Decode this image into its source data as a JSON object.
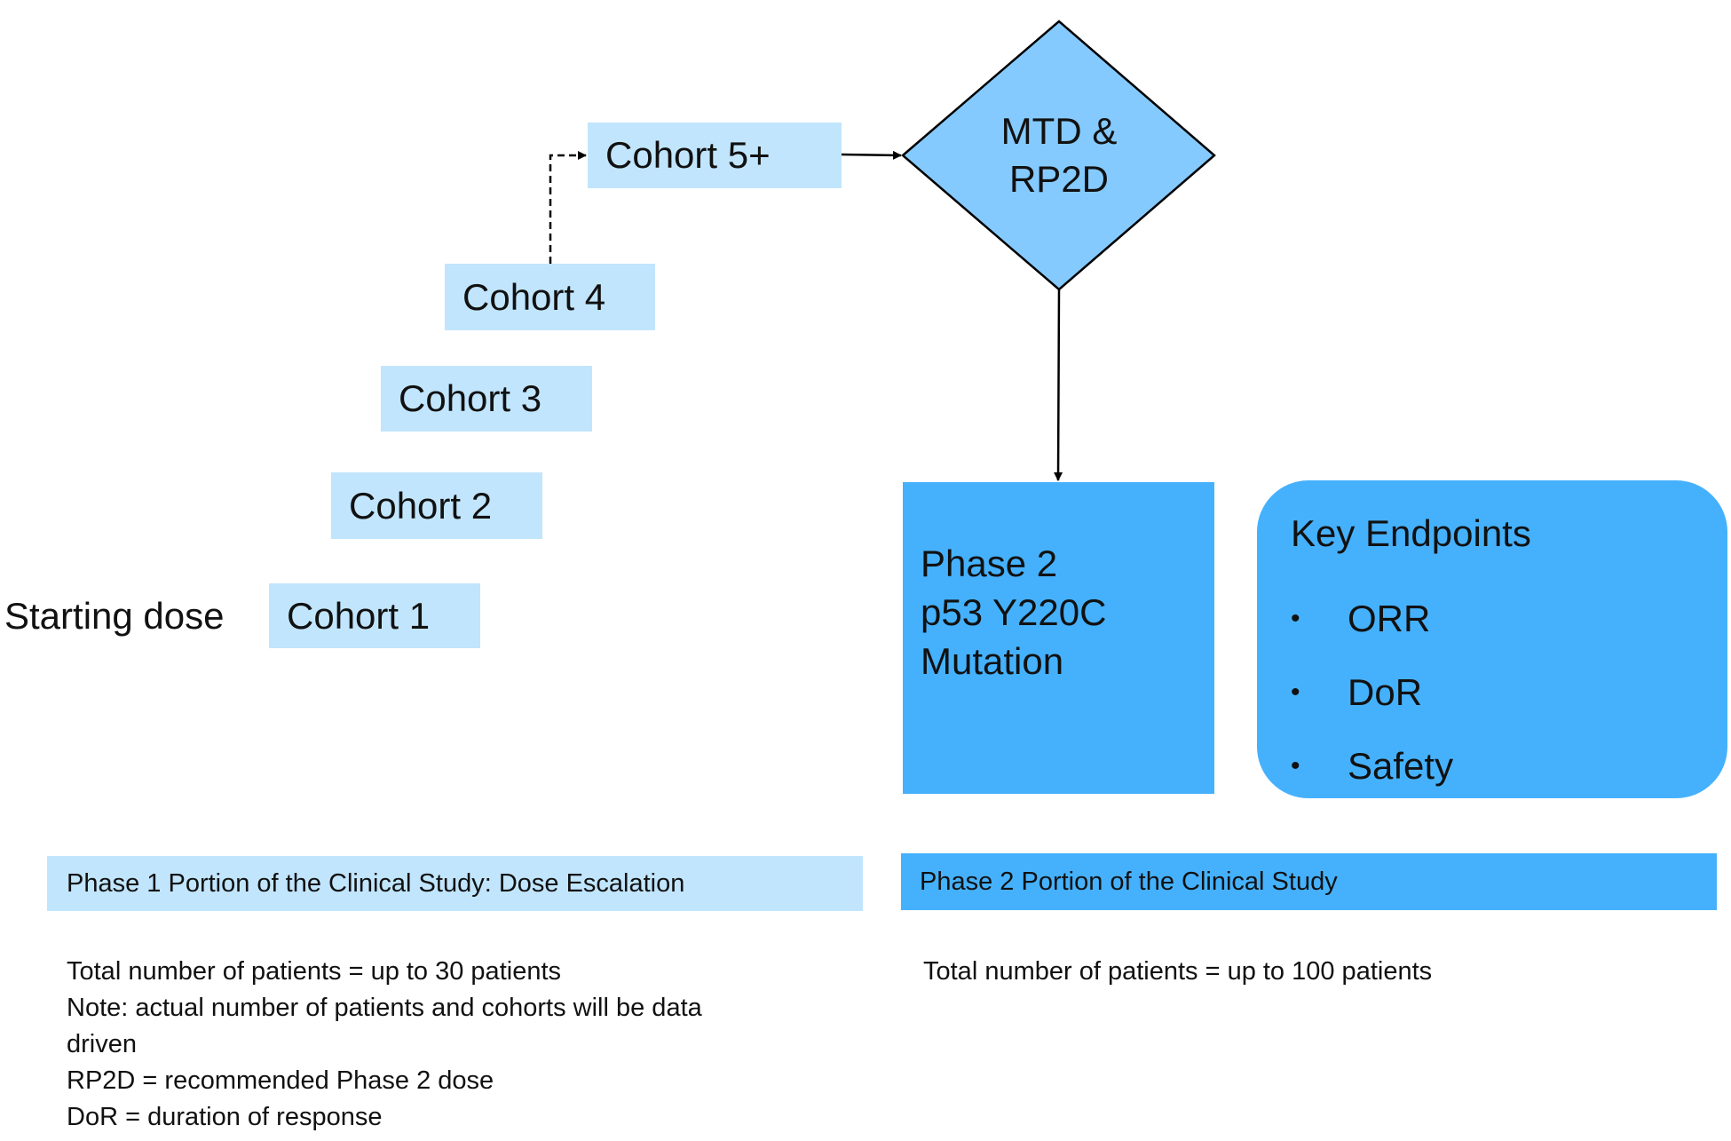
{
  "phase1": {
    "starting_dose_label": "Starting dose",
    "cohorts": [
      "Cohort 1",
      "Cohort 2",
      "Cohort 3",
      "Cohort 4",
      "Cohort 5+"
    ],
    "bar_label": "Phase 1 Portion of the Clinical Study: Dose Escalation",
    "notes": [
      "Total number of patients = up to 30 patients",
      "Note: actual number of patients and cohorts will be data",
      "driven",
      "RP2D = recommended Phase 2 dose",
      "DoR = duration of response"
    ]
  },
  "decision": {
    "line1": "MTD &",
    "line2": "RP2D"
  },
  "phase2": {
    "box_lines": [
      "Phase 2",
      "p53 Y220C",
      "Mutation"
    ],
    "key_endpoints": {
      "title": "Key Endpoints",
      "bullet": "•",
      "items": [
        "ORR",
        "DoR",
        "Safety"
      ]
    },
    "bar_label": "Phase 2 Portion of the Clinical Study",
    "notes": [
      "Total number of patients = up to 100 patients"
    ]
  },
  "colors": {
    "light_blue": "#c1e5fd",
    "mid_blue": "#85cafe",
    "dark_blue": "#45b1fd"
  }
}
